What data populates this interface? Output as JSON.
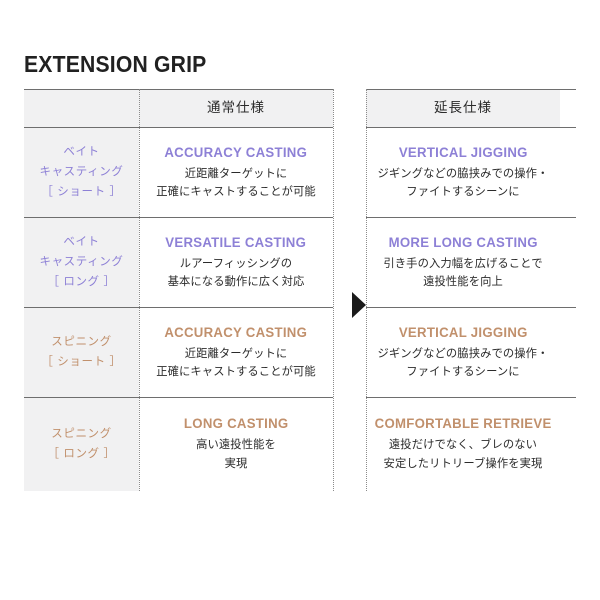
{
  "page": {
    "title": "EXTENSION GRIP",
    "background": "#ffffff"
  },
  "colors": {
    "purple": "#8d80d6",
    "brown": "#c1906c",
    "title": "#212121",
    "header_bg": "#f1f1f2",
    "label_bg": "#f1f1f2",
    "rule": "#6e6e6e",
    "dotted": "#8b8b8b",
    "arrow": "#1b1b1b"
  },
  "table": {
    "headers": {
      "corner": "",
      "normal": "通常仕様",
      "gap": "",
      "extended": "延長仕様"
    },
    "arrow_icon": "triangle-right-icon",
    "rows": [
      {
        "label_lines": [
          "ベイト",
          "キャスティング",
          "［ ショート ］"
        ],
        "label_color": "purple",
        "normal": {
          "title": "ACCURACY CASTING",
          "color": "purple",
          "desc_lines": [
            "近距離ターゲットに",
            "正確にキャストすることが可能"
          ]
        },
        "extended": {
          "title": "VERTICAL JIGGING",
          "color": "purple",
          "desc_lines": [
            "ジギングなどの脇挟みでの操作・",
            "ファイトするシーンに"
          ]
        }
      },
      {
        "label_lines": [
          "ベイト",
          "キャスティング",
          "［ ロング ］"
        ],
        "label_color": "purple",
        "normal": {
          "title": "VERSATILE CASTING",
          "color": "purple",
          "desc_lines": [
            "ルアーフィッシングの",
            "基本になる動作に広く対応"
          ]
        },
        "extended": {
          "title": "MORE LONG CASTING",
          "color": "purple",
          "desc_lines": [
            "引き手の入力幅を広げることで",
            "遠投性能を向上"
          ]
        }
      },
      {
        "label_lines": [
          "スピニング",
          "［ ショート ］"
        ],
        "label_color": "brown",
        "normal": {
          "title": "ACCURACY CASTING",
          "color": "brown",
          "desc_lines": [
            "近距離ターゲットに",
            "正確にキャストすることが可能"
          ]
        },
        "extended": {
          "title": "VERTICAL JIGGING",
          "color": "brown",
          "desc_lines": [
            "ジギングなどの脇挟みでの操作・",
            "ファイトするシーンに"
          ]
        }
      },
      {
        "label_lines": [
          "スピニング",
          "［ ロング ］"
        ],
        "label_color": "brown",
        "normal": {
          "title": "LONG CASTING",
          "color": "brown",
          "desc_lines": [
            "高い遠投性能を",
            "実現"
          ]
        },
        "extended": {
          "title": "COMFORTABLE RETRIEVE",
          "color": "brown",
          "desc_lines": [
            "遠投だけでなく、ブレのない",
            "安定したリトリーブ操作を実現"
          ]
        }
      }
    ]
  }
}
